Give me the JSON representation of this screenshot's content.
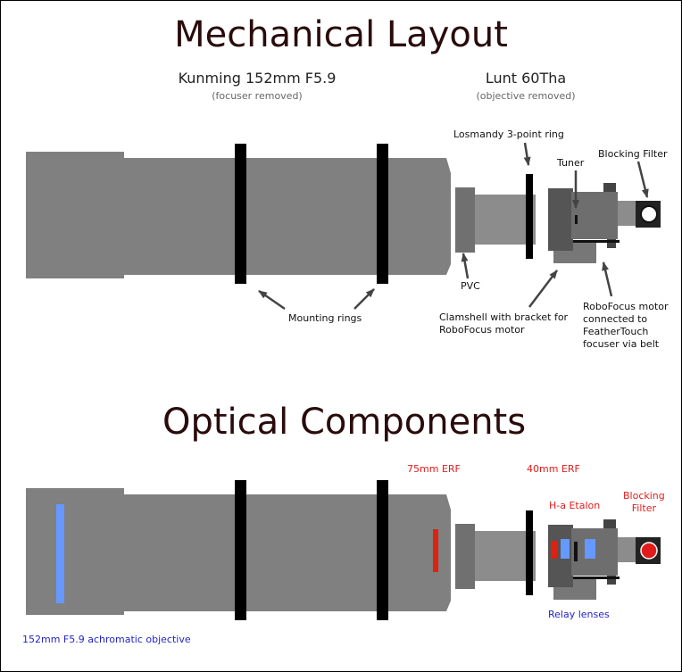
{
  "mechanical": {
    "title": "Mechanical Layout",
    "scope_left_name": "Kunming 152mm F5.9",
    "scope_left_note": "(focuser removed)",
    "scope_right_name": "Lunt 60Tha",
    "scope_right_note": "(objective removed)",
    "labels": {
      "losmandy": "Losmandy 3-point ring",
      "tuner": "Tuner",
      "blocking_filter": "Blocking Filter",
      "pvc": "PVC",
      "mounting_rings": "Mounting rings",
      "clamshell": "Clamshell with bracket for\nRoboFocus motor",
      "robofocus": "RoboFocus motor\nconnected to\nFeatherTouch\nfocuser via belt"
    }
  },
  "optical": {
    "title": "Optical Components",
    "labels": {
      "erf75": "75mm ERF",
      "erf40": "40mm ERF",
      "etalon": "H-a Etalon",
      "blocking_filter": "Blocking\nFilter",
      "relay": "Relay lenses",
      "objective": "152mm F5.9 achromatic objective"
    }
  },
  "colors": {
    "tube": "#808080",
    "dark_part": "#555555",
    "ring": "#000000",
    "red_label": "#e21c1c",
    "blue_label": "#2323c8",
    "objective": "#6699ff",
    "erf": "#dd2211"
  }
}
